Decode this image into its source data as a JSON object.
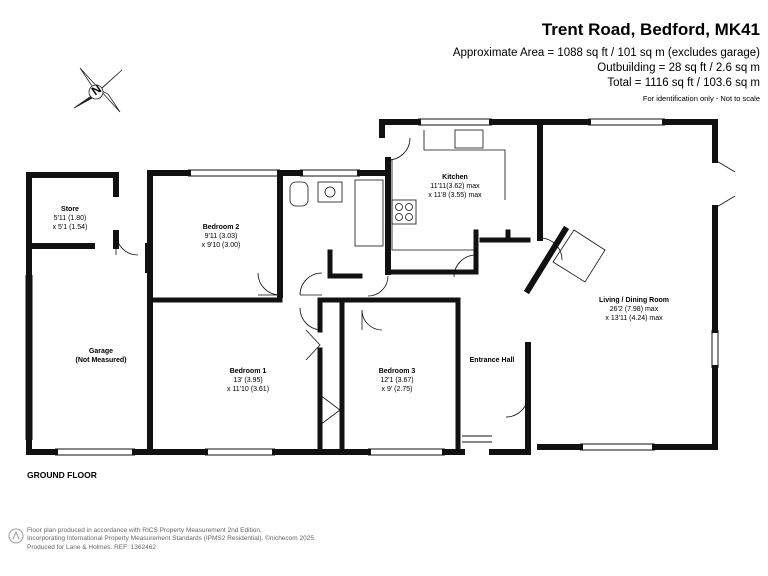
{
  "header": {
    "title": "Trent Road, Bedford, MK41",
    "area": "Approximate Area = 1088 sq ft / 101 sq m (excludes garage)",
    "outbuilding": "Outbuilding = 28 sq ft / 2.6 sq m",
    "total": "Total = 1116 sq ft / 103.6 sq m",
    "disclaimer": "For identification only - Not to scale"
  },
  "compass": {
    "letter": "N",
    "icon": "compass-rose-icon"
  },
  "rooms": {
    "store": {
      "name": "Store",
      "dim1": "5'11 (1.80)",
      "dim2": "x 5'1 (1.54)"
    },
    "garage": {
      "name": "Garage",
      "dim1": "(Not Measured)"
    },
    "bedroom2": {
      "name": "Bedroom 2",
      "dim1": "9'11 (3.03)",
      "dim2": "x 9'10 (3.00)"
    },
    "kitchen": {
      "name": "Kitchen",
      "dim1": "11'11(3.62) max",
      "dim2": "x 11'8 (3.55) max"
    },
    "living": {
      "name": "Living / Dining Room",
      "dim1": "26'2 (7.98) max",
      "dim2": "x 13'11 (4.24)  max"
    },
    "bedroom1": {
      "name": "Bedroom 1",
      "dim1": "13' (3.95)",
      "dim2": "x 11'10 (3.61)"
    },
    "bedroom3": {
      "name": "Bedroom 3",
      "dim1": "12'1 (3.67)",
      "dim2": "x 9' (2.75)"
    },
    "hall": {
      "name": "Entrance Hall"
    }
  },
  "floor_label": "GROUND FLOOR",
  "footer": {
    "line1": "Floor plan produced in accordance with RICS Property Measurement 2nd Edition,",
    "line2": "Incorporating International Property Measurement Standards (IPMS2 Residential).  ©nichecom 2025.",
    "line3": "Produced for Lane & Holmes.   REF:  1362462"
  }
}
